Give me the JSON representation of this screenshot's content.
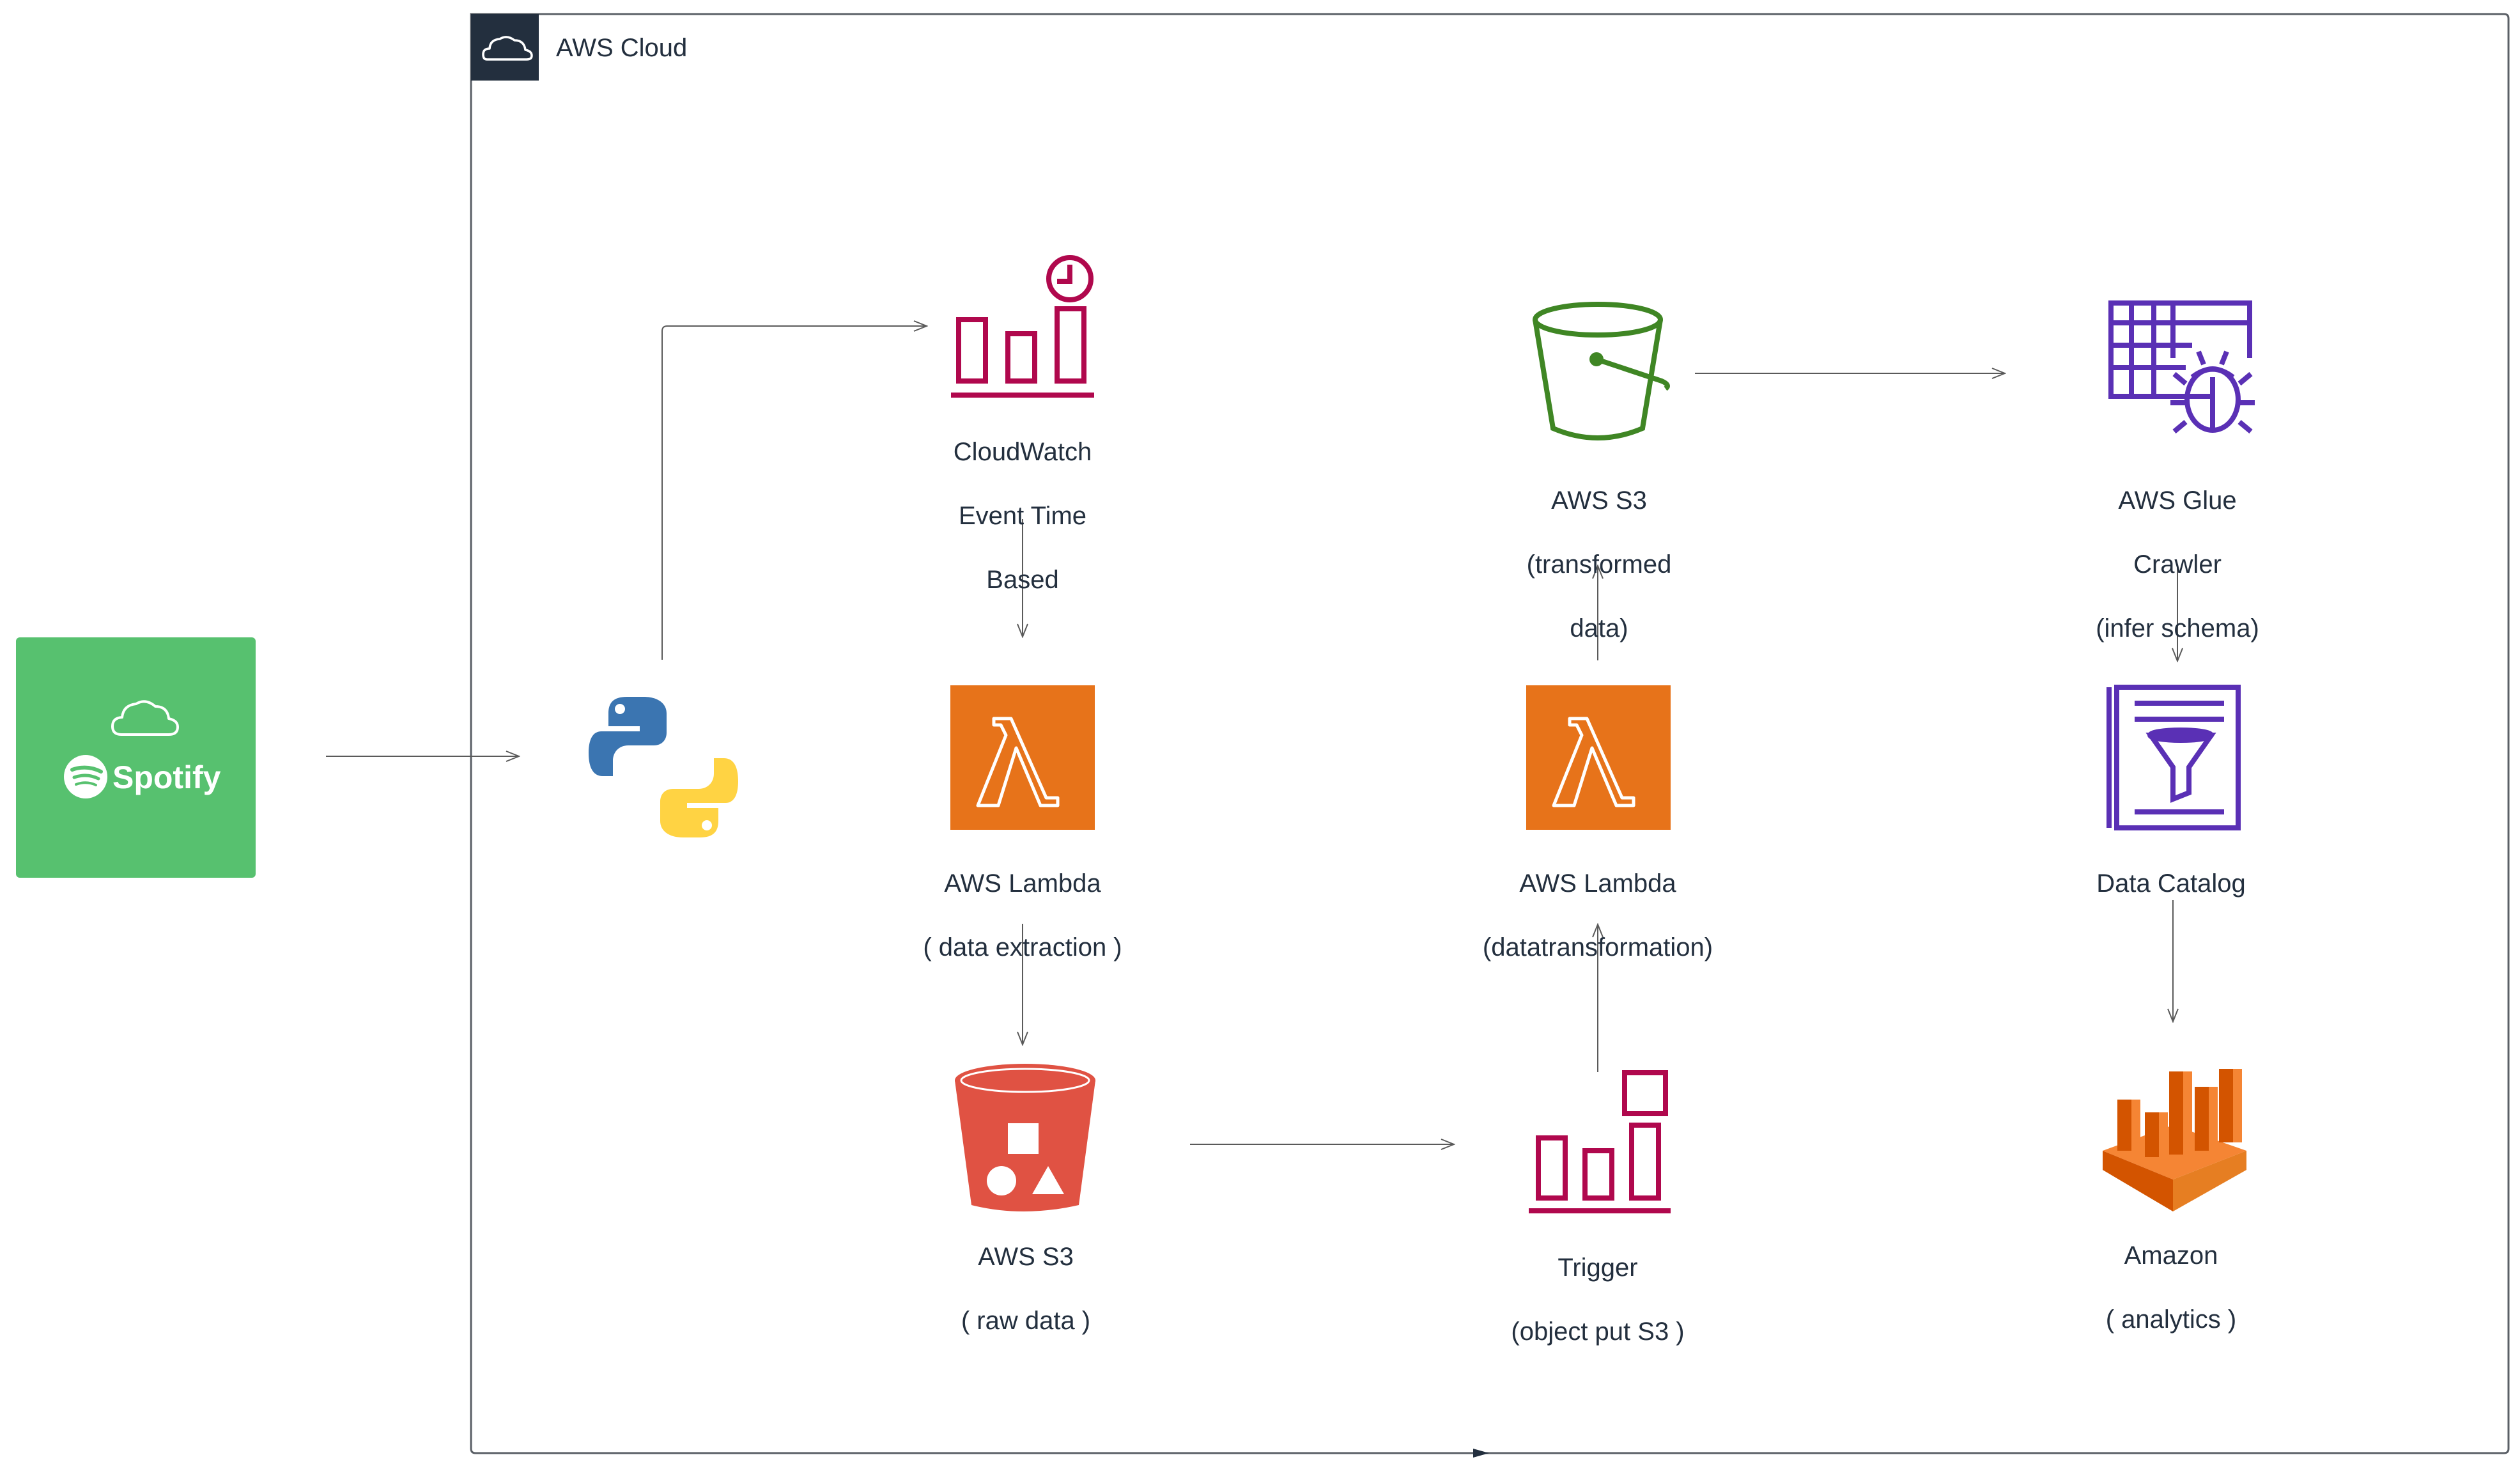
{
  "group": {
    "title": "AWS Cloud"
  },
  "source": {
    "name": "Spotify",
    "bg_color": "#57c16f"
  },
  "nodes": {
    "python": {
      "icon": "python-icon"
    },
    "cloudwatch": {
      "line1": "CloudWatch",
      "line2": "Event Time",
      "line3": "Based",
      "color": "#b0084d"
    },
    "lambda_extract": {
      "line1": "AWS Lambda",
      "line2": "( data extraction )",
      "color": "#e7731a"
    },
    "s3_raw": {
      "line1": "AWS S3",
      "line2": "( raw data )",
      "color": "#e05243"
    },
    "trigger": {
      "line1": "Trigger",
      "line2": "(object put S3 )",
      "color": "#b0084d"
    },
    "lambda_transform": {
      "line1": "AWS Lambda",
      "line2": "(datatransformation)",
      "color": "#e7731a"
    },
    "s3_transformed": {
      "line1": "AWS S3",
      "line2": "(transformed",
      "line3": "data)",
      "color": "#3f8624"
    },
    "glue_crawler": {
      "line1": "AWS Glue",
      "line2": "Crawler",
      "line3": "(infer schema)",
      "color": "#5a30b5"
    },
    "data_catalog": {
      "line1": "Data Catalog",
      "color": "#5a30b5"
    },
    "analytics": {
      "line1": "Amazon",
      "line2": "( analytics )",
      "color": "#f58534"
    }
  }
}
